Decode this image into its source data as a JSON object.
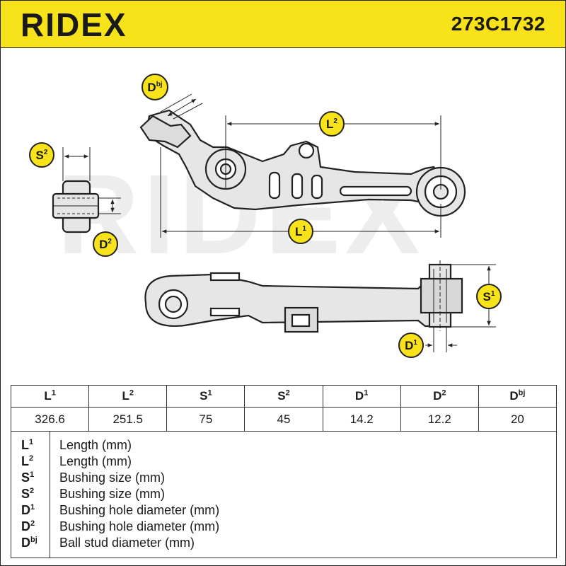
{
  "header": {
    "brand": "RIDEX",
    "part_number": "273C1732",
    "brand_color": "#f8e21a"
  },
  "drawing": {
    "watermark": "RIDEX",
    "labels": {
      "dbj": {
        "main": "D",
        "sup": "bj"
      },
      "l2": {
        "main": "L",
        "sup": "2"
      },
      "s2": {
        "main": "S",
        "sup": "2"
      },
      "d2": {
        "main": "D",
        "sup": "2"
      },
      "l1": {
        "main": "L",
        "sup": "1"
      },
      "s1": {
        "main": "S",
        "sup": "1"
      },
      "d1": {
        "main": "D",
        "sup": "1"
      }
    }
  },
  "table": {
    "columns": [
      {
        "main": "L",
        "sup": "1"
      },
      {
        "main": "L",
        "sup": "2"
      },
      {
        "main": "S",
        "sup": "1"
      },
      {
        "main": "S",
        "sup": "2"
      },
      {
        "main": "D",
        "sup": "1"
      },
      {
        "main": "D",
        "sup": "2"
      },
      {
        "main": "D",
        "sup": "bj"
      }
    ],
    "values": [
      "326.6",
      "251.5",
      "75",
      "45",
      "14.2",
      "12.2",
      "20"
    ]
  },
  "legend": [
    {
      "main": "L",
      "sup": "1",
      "desc": "Length (mm)"
    },
    {
      "main": "L",
      "sup": "2",
      "desc": "Length (mm)"
    },
    {
      "main": "S",
      "sup": "1",
      "desc": "Bushing size (mm)"
    },
    {
      "main": "S",
      "sup": "2",
      "desc": "Bushing size (mm)"
    },
    {
      "main": "D",
      "sup": "1",
      "desc": "Bushing hole diameter (mm)"
    },
    {
      "main": "D",
      "sup": "2",
      "desc": "Bushing hole diameter (mm)"
    },
    {
      "main": "D",
      "sup": "bj",
      "desc": "Ball stud diameter (mm)"
    }
  ]
}
